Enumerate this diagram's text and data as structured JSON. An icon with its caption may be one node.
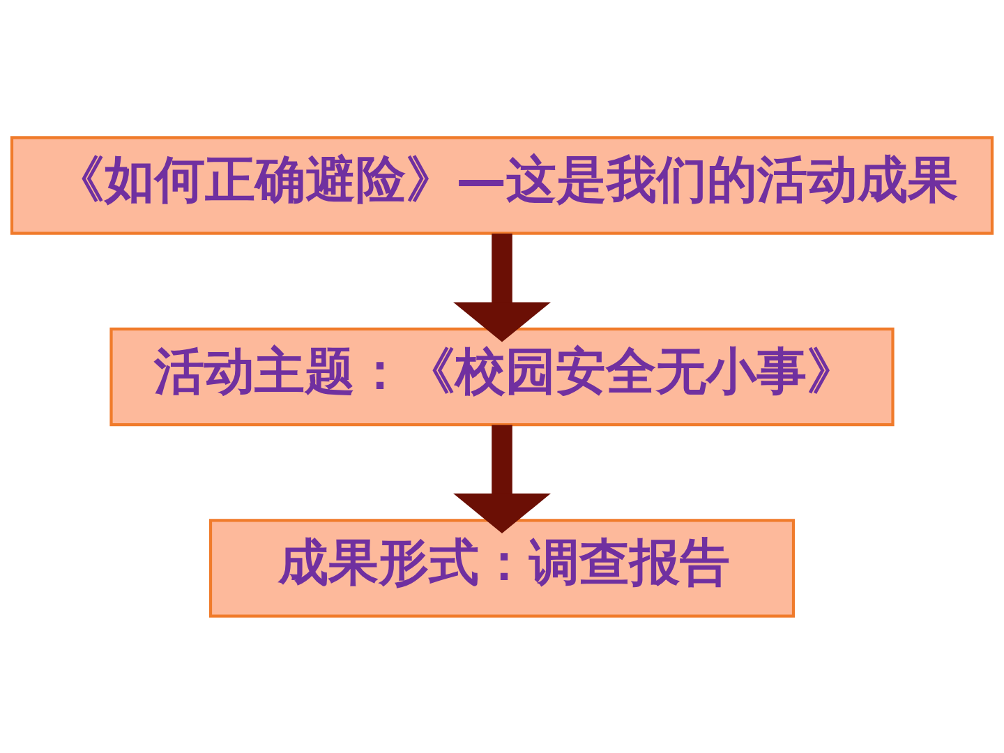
{
  "diagram": {
    "nodes": [
      {
        "text": [
          "《如何正确避险》—这是我们的活动成果"
        ]
      },
      {
        "text": [
          "活动主题：《校园安全无小事》"
        ]
      },
      {
        "text": [
          "成果形式：调查报告"
        ]
      }
    ],
    "edges": [
      {
        "from": 0,
        "to": 1,
        "arrow": "to"
      },
      {
        "from": 1,
        "to": 2,
        "arrow": "to"
      }
    ]
  }
}
